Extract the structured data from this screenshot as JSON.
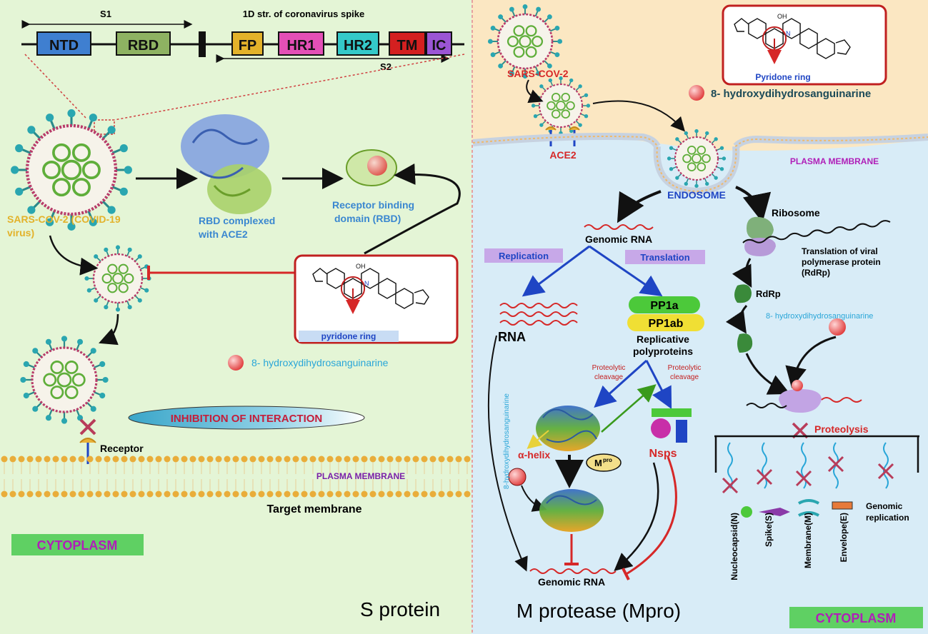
{
  "spike_bar": {
    "title": "1D str. of coronavirus spike",
    "s1": "S1",
    "s2": "S2",
    "domains": [
      {
        "label": "NTD",
        "color": "#3f7fd0"
      },
      {
        "label": "RBD",
        "color": "#8eb262"
      },
      {
        "label": "FP",
        "color": "#e3b22a"
      },
      {
        "label": "HR1",
        "color": "#e44fb6"
      },
      {
        "label": "HR2",
        "color": "#34c9c9"
      },
      {
        "label": "TM",
        "color": "#d42020"
      },
      {
        "label": "IC",
        "color": "#9b55d4"
      }
    ]
  },
  "left": {
    "virus_label_1": "SARS-COV-2 (COVID-19",
    "virus_label_2": "virus)",
    "rbd_ace2_1": "RBD complexed",
    "rbd_ace2_2": "with ACE2",
    "rbd_1": "Receptor binding",
    "rbd_2": "domain (RBD)",
    "pyridone": "pyridone ring",
    "compound": "8- hydroxydihydrosanguinarine",
    "inhibition": "INHIBITION OF INTERACTION",
    "receptor": "Receptor",
    "plasma_membrane": "PLASMA MEMBRANE",
    "target_membrane": "Target membrane",
    "cytoplasm": "CYTOPLASM",
    "panel_title": "S protein"
  },
  "right": {
    "virus_label": "SARS-COV-2",
    "compound_top": "8- hydroxydihydrosanguinarine",
    "pyridone": "Pyridone ring",
    "ace2": "ACE2",
    "plasma_membrane": "PLASMA MEMBRANE",
    "endosome": "ENDOSOME",
    "ribosome": "Ribosome",
    "genomic_rna": "Genomic RNA",
    "replication": "Replication",
    "translation": "Translation",
    "translation_viral_1": "Translation of viral",
    "translation_viral_2": "polymerase protein",
    "translation_viral_3": "(RdRp)",
    "rdrp": "RdRp",
    "compound_mid": "8- hydroxydihydrosanguinarine",
    "rna": "RNA",
    "pp1a": "PP1a",
    "pp1ab": "PP1ab",
    "replicative_1": "Replicative",
    "replicative_2": "polyproteins",
    "proteolytic_1": "Proteolytic",
    "cleavage": "cleavage",
    "vertical_compound": "8-hydroxydihydrosanguinarine",
    "alpha_helix": "α-helix",
    "mpro_m": "M",
    "mpro_sup": "pro",
    "nsps": "Nsps",
    "proteolysis": "Proteolysis",
    "genomic_rna_bottom": "Genomic RNA",
    "products": [
      "Nucleocapsid(N)",
      "Spike(S)",
      "Membrane(M)",
      "Envelope(E)"
    ],
    "genomic_replication_1": "Genomic",
    "genomic_replication_2": "replication",
    "cytoplasm": "CYTOPLASM",
    "panel_title": "M protease (Mpro)"
  },
  "colors": {
    "left_bg": "#e4f5d6",
    "right_top_bg": "#fbe7c2",
    "right_bottom_bg": "#d8ecf7",
    "accent_red": "#d62828",
    "accent_blue": "#1f45c4",
    "virus_green": "#5fae3a",
    "membrane_orange": "#e9ad3a"
  }
}
